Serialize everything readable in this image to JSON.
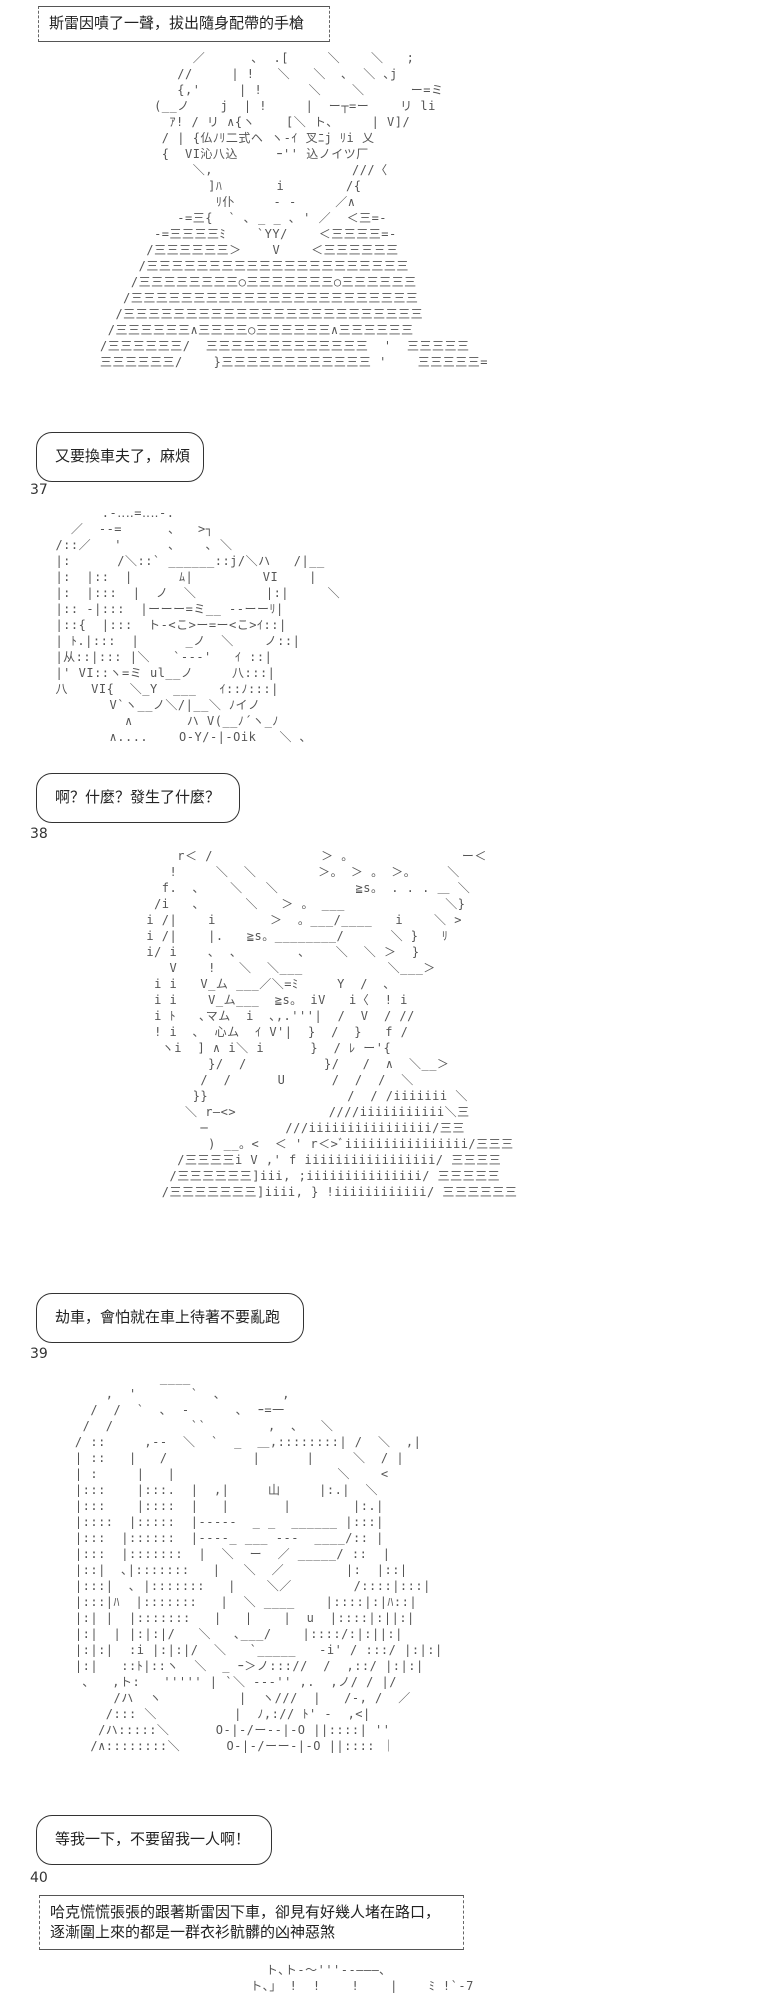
{
  "captions": [
    {
      "text": "斯雷因嘖了一聲，拔出隨身配帶的手槍"
    },
    {
      "line1": "哈克慌慌張張的跟著斯雷因下車，卻見有好幾人堵在路口，",
      "line2": "逐漸圍上來的都是一群衣衫骯髒的凶神惡煞"
    }
  ],
  "bubbles": [
    {
      "text": "又要換車夫了，麻煩",
      "page": "37"
    },
    {
      "text": "啊？什麼？發生了什麼？",
      "page": "38"
    },
    {
      "text": "劫車，會怕就在車上待著不要亂跑",
      "page": "39"
    },
    {
      "text": "等我一下，不要留我一人啊！",
      "page": "40"
    }
  ],
  "art": {
    "panel1": "            ／      ､  .[     ＼    ＼   ;\n          //     | !   ＼   ＼  ､  ＼ ､j\n          {,'     | !      ＼    ＼      ー=ミ\n       (__ノ    j  | !     |  ー┬=ー    リ li\n         ｱ! / リ ∧{ヽ    [＼ ト､     | V]/\n        / | {仏ﾉﾘ二式ヘ ヽ-ｲ 叉ﾆj ﾘi 乂\n        {  VI沁八込     ｰ'' 込ノイツ厂\n            ＼,                  ///〈\n              ]ﾊ       i        /{\n               ﾘ仆     - -     ／∧\n          -=三{  ` ､ _ _ ､ ' ／  ＜三=-\n       -=三三三三ﾐ    `YY/    ＜三三三三=-\n      /三三三三三三＞    V    ＜三三三三三三\n     /三三三三三三三三三三三三三三三三三三三三三\n    /三三三三三三三三○三三三三三三三○三三三三三三\n   /三三三三三三三三三三三三三三三三三三三三三三三\n  /三三三三三三三三三三三三三三三三三三三三三三三三\n /三三三三三三∧三三三三○三三三三三三∧三三三三三三\n/三三三三三三/  三三三三三三三三三三三三三  '  三三三三三\n三三三三三三/    }三三三三三三三三三三三三 '    三三三三三=",
    "panel2": "        .-‥‥=‥‥-.\n    ／  --=      ､   >┐\n  /::／   '      ､    ､ ＼\n  |:      /＼::` ______::j/＼ハ   /|__\n  |:  |::  |      ﾑ|         VI    |\n  |:  |:::  |  ノ  ＼         |:|     ＼\n  |:: -|:::  |ーーー=ミ__ --ーーﾘ|\n  |::{  |:::  ト-<こ>ー=ー<こ>ｲ::|\n  | ﾄ.|:::  |      _ノ  ＼    ノ::|\n  |从::|::: |＼   `---'   ｲ ::|\n  |' VI::ヽ=ミ ul__ノ     八:::|\n  八   VI{  ＼_Y  ___   ｲ::ﾉ:::|\n         V`ヽ__ノ＼/|__＼ ﾉイノ\n           ∧       ハ V(__ﾉ´ヽ_ﾉ\n         ∧....    O-Y/-|-Oik   ＼ ､",
    "panel3": "          r＜ /              ＞ 。              ー＜\n         !     ＼  ＼        ＞。 ＞ 。 ＞。    ＼\n        f.  ､    ＼   ＼          ≧s。 . . . ＿ ＼\n       /i   ､      ＼   ＞ 。 ___             ＼}\n      i /|    i       ＞  。___/____   i    ＼ >\n      i /|    |.   ≧s。________/      ＼ }   ﾘ\n      i/ i    ､  ､        ､    ＼  ＼ ＞  }\n         V    !   ＼  ＼___           ＼___＞\n       i i   V_ム ___／＼=ﾐ     Y  /  ､\n       i i    V_ム___  ≧s。 iV   i〈  ! i\n       i ﾄ   ､マム  i  ､,.'''|  /  V  / //\n       ! i  ､  心ム  ｲ V'|  }  /  }   f /\n        ヽi  ] ∧ i＼ i      }  / ﾚ ー'{\n              }/  /          }/   /  ∧  ＼__＞\n             /  /      U      /  /  /  ＼\n            }}                  /  / /iiiiiii ＼\n           ＼ r―<>            ////iiiiiiiiiii＼三\n             ─          ///iiiiiiiiiiiiiiii/三三\n              ) __。<  ＜ ' r＜>ﾞiiiiiiiiiiiiiiii/三三三\n          /三三三三i V ,' f iiiiiiiiiiiiiiiii/ 三三三三\n         /三三三三三三]iii, ;iiiiiiiiiiiiiii/ 三三三三三\n        /三三三三三三三]iiii, } !iiiiiiiiiiii/ 三三三三三三",
    "panel4": "               ____\n        ,  '       `  ､        ,\n      /  /  `  ､  -      ､  ｰ=一\n     /  /          ``        ,  ､   ＼\n    / ::     ,--  ＼  `  _  ＿,::::::::| /  ＼  ,|\n    | ::   |   /           |      |     ＼  / |\n    | :     |   |                     ＼    <\n    |:::    |:::.  |  ,|     山     |:.|  ＼\n    |:::    |::::  |   |       |        |:.|\n    |::::  |:::::  |-----  _ _  ______ |:::|\n    |:::  |::::::  |----_ ___ ---  ____/:: |\n    |:::  |:::::::  |  ＼  ー  ／ _____/ ::  |\n    |::|  ､|:::::::   |   ＼  ／        |:  |::|\n    |:::|  ､ |:::::::   |    ＼／        /::::|:::|\n    |:::|ﾊ  |:::::::   |  ＼ ____    |::::|:|ﾊ::|\n    |:| |  |:::::::   |   |    |  u  |::::|:||:|\n    |:|  | |:|:|/   ＼   ､___/    |::::/:|:||:|\n    |:|:|  :i |:|:|/  ＼   `_____   -i' / :::/ |:|:|\n    |:|   ::ﾄ|::ヽ  ＼  _ ｰ＞ノ::://  /  ,::/ |:|:|\n     ､   ,ト:   ''''' | `＼ ---'' ,.  ,ノ/ / |/\n         /ハ  ヽ          |  ヽ///  |   /-, /  ／\n        /::: ＼          |  ﾉ,:// ﾄ' -  ,<|\n       /ハ:::::＼      O-|-/ー--|-O ||::::| ''\n      /∧::::::::＼      O-|-/ーー-|-O ||:::: ｜",
    "panel5": "               ト､ト‐～'''‐‐―――､\n             ト､」 !  !    !    |    ﾐ !`-7"
  }
}
